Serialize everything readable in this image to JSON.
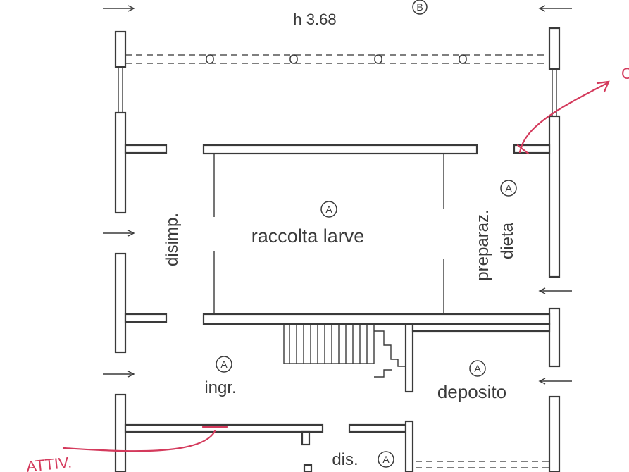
{
  "labels": {
    "height_note": "h 3.68",
    "room_main": "raccolta larve",
    "room_disimp": "disimp.",
    "room_prep_1": "preparaz.",
    "room_prep_2": "dieta",
    "room_ingr": "ingr.",
    "room_deposito": "deposito",
    "room_dis": "dis."
  },
  "markers": {
    "circle_a": "A",
    "circle_b": "B"
  },
  "annotations": {
    "red_bottom_left": "ATTIV.",
    "red_top_right": "C"
  },
  "colors": {
    "ink": "#3a3a3a",
    "annotation": "#d43a5c"
  }
}
